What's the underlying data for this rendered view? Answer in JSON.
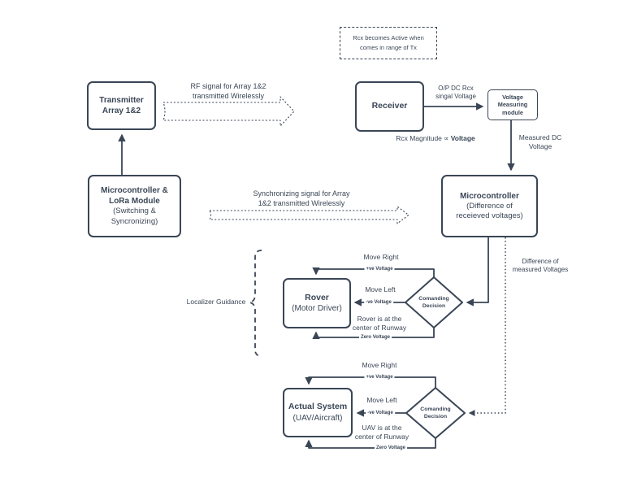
{
  "colors": {
    "line": "#3a4656",
    "ink": "#3a4656",
    "background": "#ffffff"
  },
  "note": {
    "text": "Rcx becomes Active when\ncomes in range of Tx"
  },
  "nodes": {
    "transmitter": {
      "title": "Transmitter\nArray 1&2"
    },
    "receiver": {
      "title": "Receiver"
    },
    "vmm": {
      "title": "Voltage\nMeasuring\nmodule"
    },
    "mcu_right": {
      "title": "Microcontroller",
      "sub": "(Difference of\nreceieved voltages)"
    },
    "lora": {
      "title": "Microcontroller &\nLoRa Module",
      "sub": "(Switching &\nSyncronizing)"
    },
    "rover": {
      "title": "Rover",
      "sub": "(Motor Driver)"
    },
    "actual_system": {
      "title": "Actual System",
      "sub": "(UAV/Aircraft)"
    },
    "decision1": {
      "title": "Comanding\nDecision"
    },
    "decision2": {
      "title": "Comanding\nDecision"
    }
  },
  "labels": {
    "rf_signal": "RF signal for Array 1&2\ntransmitted Wirelessly",
    "op_dc": "O/P DC Rcx\nsingal Voltage",
    "rcx_prefix": "Rcx Magnitude ∝",
    "rcx_bold": "Voltage",
    "measured_dc": "Measured DC\nVoltage",
    "sync_signal": "Synchronizing signal for Array\n1&2 transmitted Wirelessly",
    "difference": "Difference of\nmeasured Voltages",
    "localizer": "Localizer  Guidance"
  },
  "rover_loop": {
    "move_right": "Move Right",
    "pos_voltage": "+ve Voltage",
    "move_left": "Move Left",
    "neg_voltage": "-ve Voltage",
    "center_msg": "Rover is at the\ncenter of Runway",
    "zero_voltage": "Zero Voltage"
  },
  "uav_loop": {
    "move_right": "Move Right",
    "pos_voltage": "+ve Voltage",
    "move_left": "Move Left",
    "neg_voltage": "-ve Voltage",
    "center_msg": "UAV is at the\ncenter of Runway",
    "zero_voltage": "Zero Voltage"
  }
}
